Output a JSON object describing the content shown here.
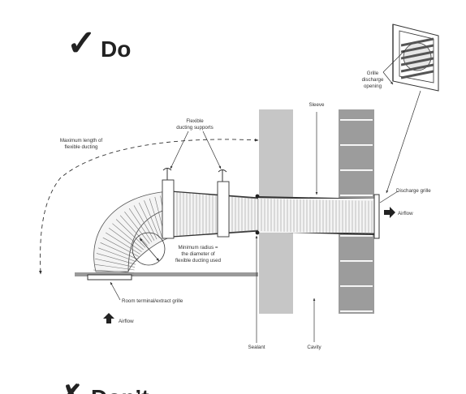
{
  "headings": {
    "do": "Do",
    "do_mark": "✓",
    "dont": "Don’t",
    "dont_mark": "✗"
  },
  "labels": {
    "max_length_1": "Maximum length of",
    "max_length_2": "flexible ducting",
    "supports_1": "Flexible",
    "supports_2": "ducting supports",
    "sleeve": "Sleeve",
    "grille_1": "Grille",
    "grille_2": "discharge",
    "grille_3": "opening",
    "discharge_grille": "Discharge grille",
    "airflow_right": "Airflow",
    "radius_1": "Minimum radius =",
    "radius_2": "the diameter of",
    "radius_3": "flexible ducting used",
    "room_terminal": "Room terminal/extract grille",
    "airflow_up": "Airflow",
    "sealant": "Sealant",
    "cavity": "Cavity"
  },
  "colors": {
    "wall_inner": "#c6c6c6",
    "brick": "#9c9c9c",
    "mortar": "#ffffff",
    "ceiling": "#9a9a9a",
    "line": "#333333",
    "duct_fill": "#f4f4f4"
  }
}
